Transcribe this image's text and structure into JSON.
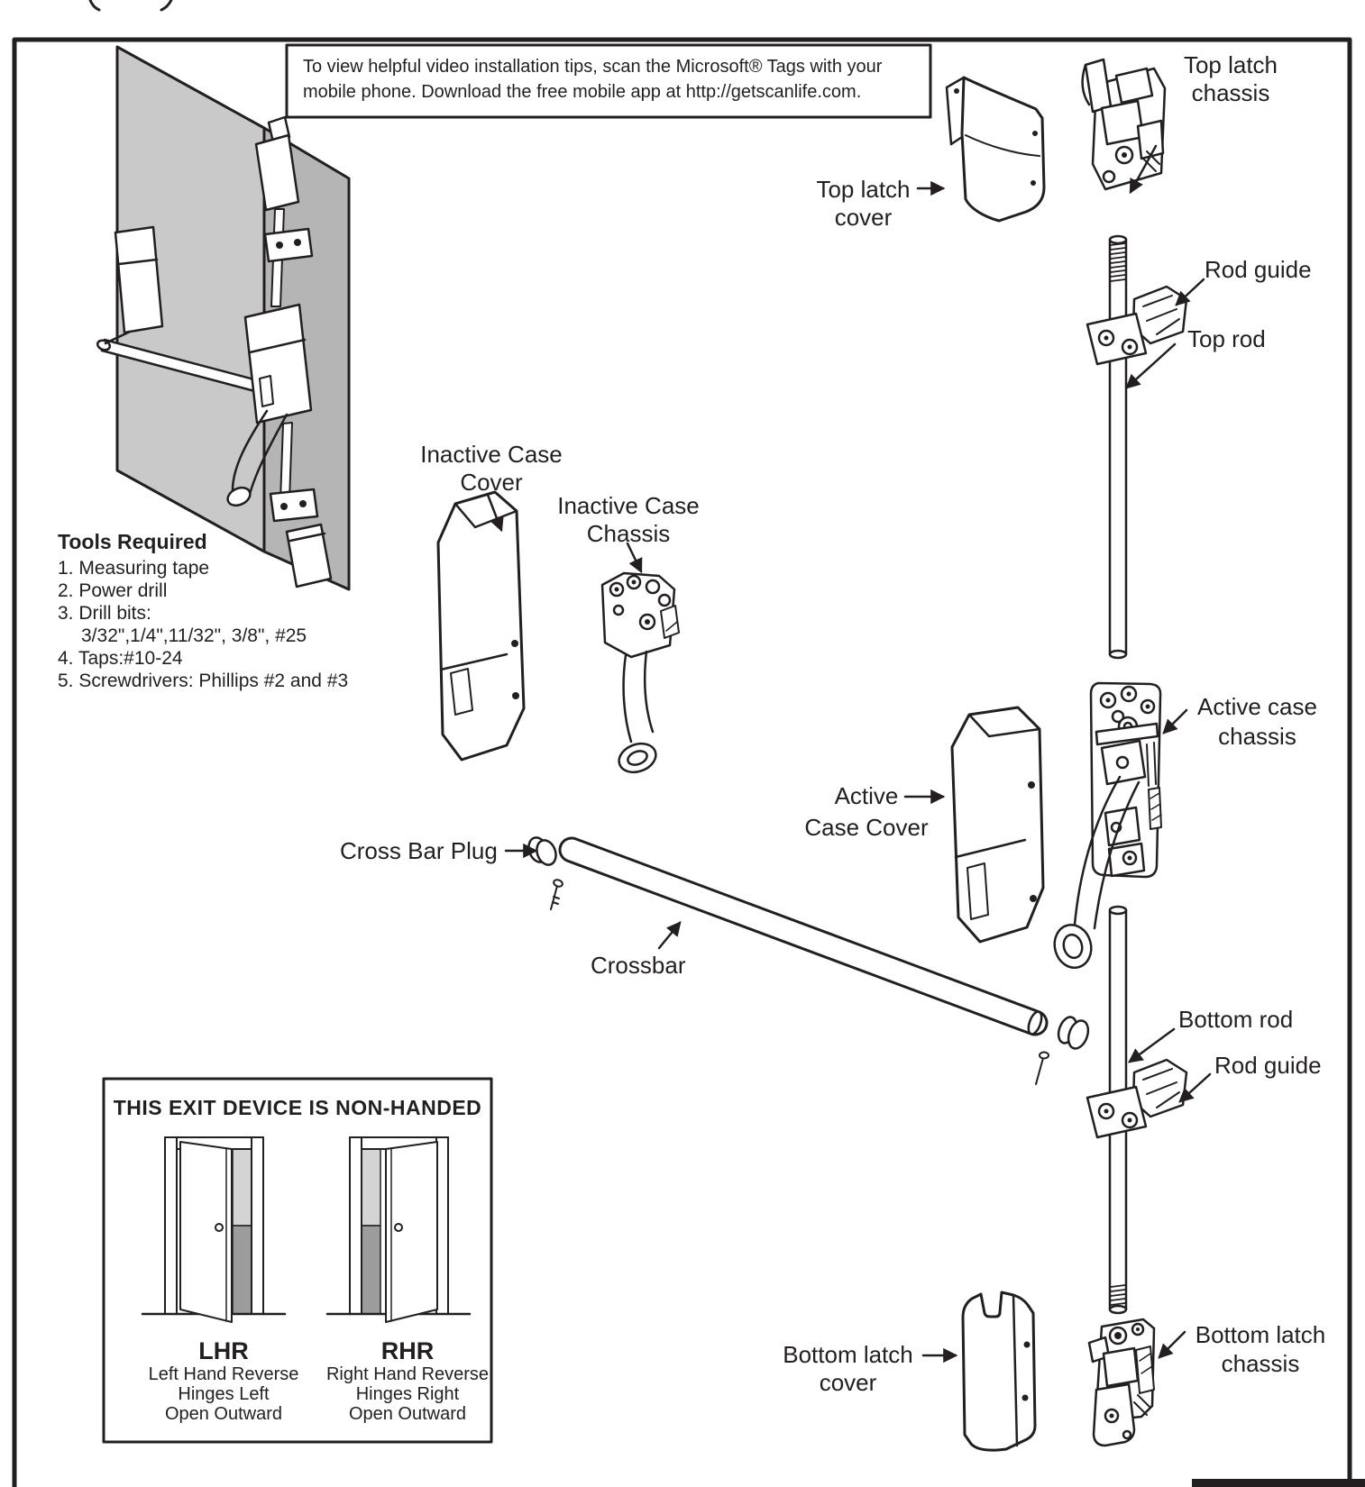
{
  "note_box": {
    "line1": "To view helpful video installation tips, scan the Microsoft® Tags with your",
    "line2": "mobile phone. Download the free mobile app at http://getscanlife.com."
  },
  "tools": {
    "title": "Tools Required",
    "items": [
      "1. Measuring tape",
      "2. Power drill",
      "3. Drill bits:",
      "3/32\",1/4\",11/32\", 3/8\", #25",
      "4. Taps:#10-24",
      "5. Screwdrivers: Phillips #2 and #3"
    ]
  },
  "labels": {
    "top_latch_cover": "Top latch\ncover",
    "top_latch_chassis": "Top latch\nchassis",
    "rod_guide_top": "Rod guide",
    "top_rod": "Top rod",
    "inactive_case_cover": "Inactive Case\nCover",
    "inactive_case_chassis": "Inactive Case\nChassis",
    "active_case_cover": "Active\nCase Cover",
    "active_case_chassis": "Active case\nchassis",
    "cross_bar_plug": "Cross Bar Plug",
    "crossbar": "Crossbar",
    "bottom_rod": "Bottom rod",
    "rod_guide_bottom": "Rod guide",
    "bottom_latch_cover": "Bottom latch\ncover",
    "bottom_latch_chassis": "Bottom latch\nchassis"
  },
  "handed_box": {
    "title": "THIS EXIT DEVICE IS NON-HANDED",
    "lhr": {
      "code": "LHR",
      "desc": "Left Hand Reverse\nHinges Left\nOpen Outward"
    },
    "rhr": {
      "code": "RHR",
      "desc": "Right Hand Reverse\nHinges Right\nOpen Outward"
    }
  },
  "colors": {
    "ink": "#231f20",
    "door_front": "#c9c9c9",
    "door_side": "#b5b5b5",
    "strip_light": "#d4d4d4",
    "strip_dark": "#9c9c9c"
  }
}
